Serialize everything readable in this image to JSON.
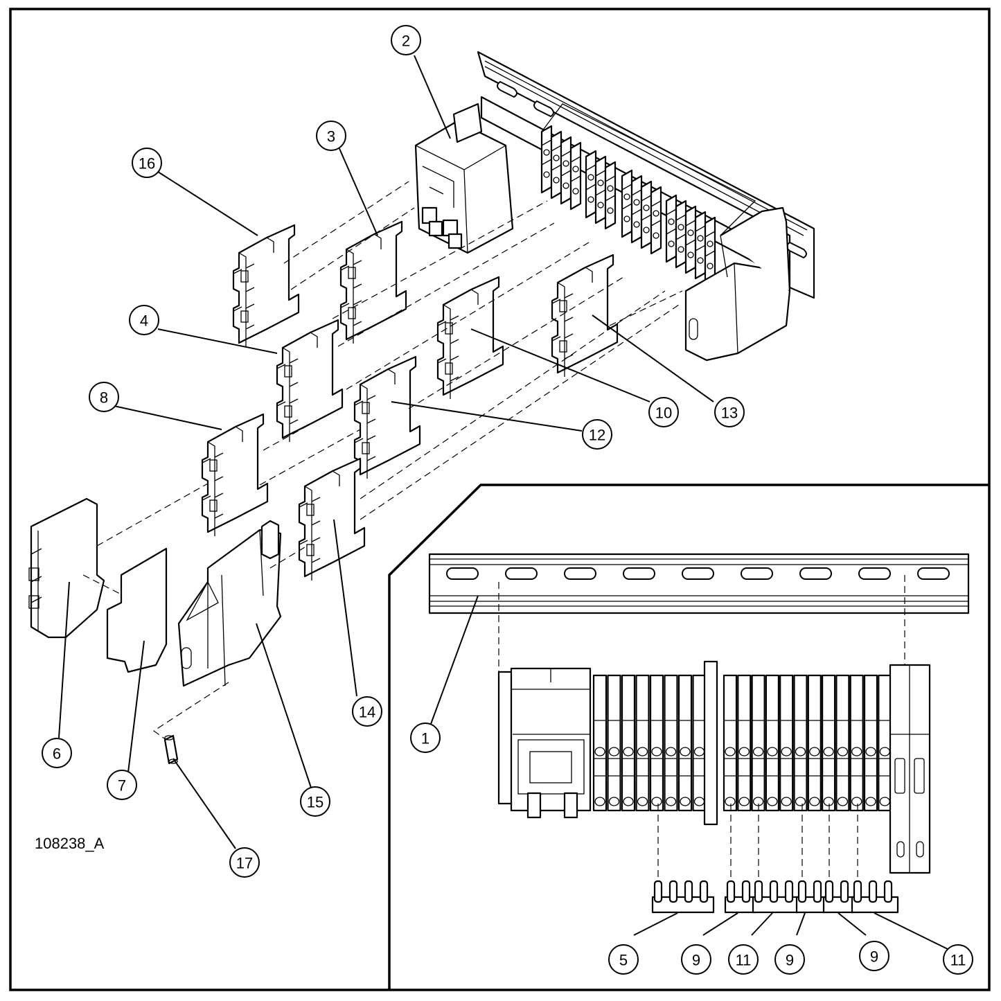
{
  "drawing_id": "108238_A",
  "balloons": [
    "1",
    "2",
    "3",
    "4",
    "5",
    "6",
    "7",
    "8",
    "9",
    "10",
    "11",
    "12",
    "13",
    "14",
    "15",
    "16",
    "17"
  ],
  "inset_balloons": [
    "5",
    "9",
    "11",
    "9",
    "9",
    "11"
  ],
  "colors": {
    "line": "#000000",
    "background": "#ffffff"
  }
}
